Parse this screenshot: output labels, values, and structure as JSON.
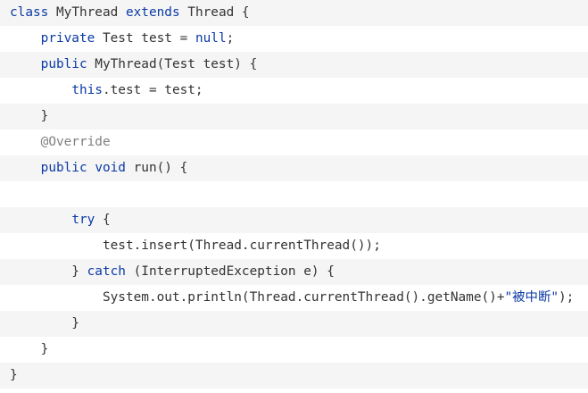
{
  "code": {
    "lines": [
      {
        "tokens": [
          [
            "kw",
            "class"
          ],
          [
            "pln",
            " MyThread "
          ],
          [
            "kw",
            "extends"
          ],
          [
            "pln",
            " Thread {"
          ]
        ]
      },
      {
        "tokens": [
          [
            "pln",
            "    "
          ],
          [
            "kw",
            "private"
          ],
          [
            "pln",
            " Test test = "
          ],
          [
            "kw",
            "null"
          ],
          [
            "pln",
            ";"
          ]
        ]
      },
      {
        "tokens": [
          [
            "pln",
            "    "
          ],
          [
            "kw",
            "public"
          ],
          [
            "pln",
            " MyThread(Test test) {"
          ]
        ]
      },
      {
        "tokens": [
          [
            "pln",
            "        "
          ],
          [
            "kw",
            "this"
          ],
          [
            "pln",
            ".test = test;"
          ]
        ]
      },
      {
        "tokens": [
          [
            "pln",
            "    }"
          ]
        ]
      },
      {
        "tokens": [
          [
            "pln",
            "    "
          ],
          [
            "anno",
            "@Override"
          ]
        ]
      },
      {
        "tokens": [
          [
            "pln",
            "    "
          ],
          [
            "kw",
            "public"
          ],
          [
            "pln",
            " "
          ],
          [
            "kw",
            "void"
          ],
          [
            "pln",
            " run() {"
          ]
        ]
      },
      {
        "tokens": [
          [
            "pln",
            " "
          ]
        ]
      },
      {
        "tokens": [
          [
            "pln",
            "        "
          ],
          [
            "kw",
            "try"
          ],
          [
            "pln",
            " {"
          ]
        ]
      },
      {
        "tokens": [
          [
            "pln",
            "            test.insert(Thread.currentThread());"
          ]
        ]
      },
      {
        "tokens": [
          [
            "pln",
            "        } "
          ],
          [
            "kw",
            "catch"
          ],
          [
            "pln",
            " (InterruptedException e) {"
          ]
        ]
      },
      {
        "tokens": [
          [
            "pln",
            "            System.out.println(Thread.currentThread().getName()+"
          ],
          [
            "str",
            "\"被中断\""
          ],
          [
            "pln",
            ");"
          ]
        ]
      },
      {
        "tokens": [
          [
            "pln",
            "        }"
          ]
        ]
      },
      {
        "tokens": [
          [
            "pln",
            "    }"
          ]
        ]
      },
      {
        "tokens": [
          [
            "pln",
            "}"
          ]
        ]
      }
    ]
  }
}
